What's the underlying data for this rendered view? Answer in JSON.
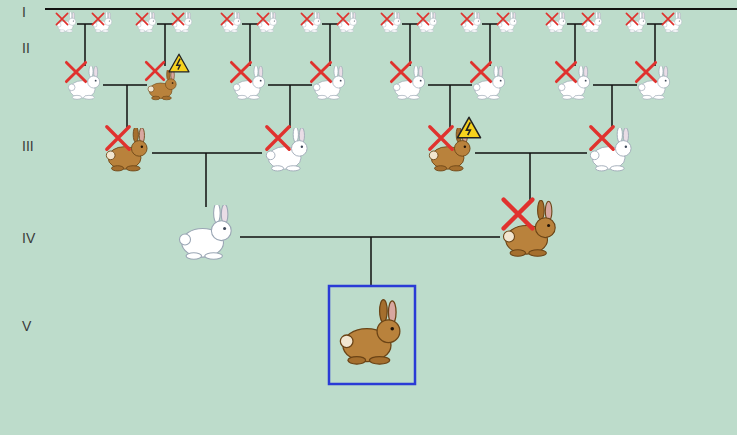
{
  "diagram": {
    "labels": [
      "I",
      "II",
      "III",
      "IV",
      "V"
    ]
  }
}
